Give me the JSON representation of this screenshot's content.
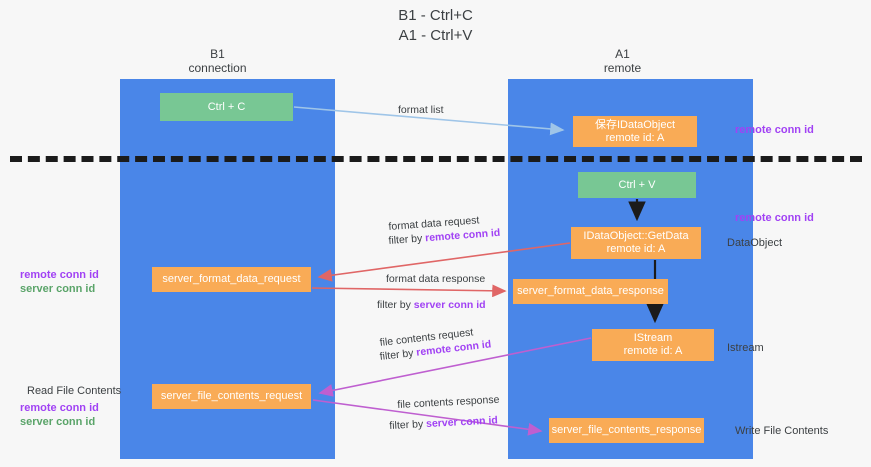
{
  "title": "B1 - Ctrl+C\nA1 - Ctrl+V",
  "columns": {
    "left": "B1\nconnection",
    "right": "A1\nremote"
  },
  "colors": {
    "lane": "#4a86e8",
    "box_orange": "#f9ab56",
    "box_green": "#78c794",
    "accent_remote": "#a142f4",
    "accent_server": "#5aa469",
    "arrow_blue": "#9fc5e8",
    "arrow_red": "#e06666",
    "arrow_purple": "#bf5fd0",
    "arrow_black": "#1b1b1b",
    "divider": "#1b1b1b",
    "background": "#f7f7f7"
  },
  "boxes": {
    "ctrl_c": "Ctrl + C",
    "ctrl_v": "Ctrl + V",
    "idataobject": "保存IDataObject\nremote id: A",
    "getdata": "IDataObject::GetData\nremote id: A",
    "istream": "IStream\nremote id: A",
    "server_format_data_request": "server_format_data_request",
    "server_format_data_response": "server_format_data_response",
    "server_file_contents_request": "server_file_contents_request",
    "server_file_contents_response": "server_file_contents_response"
  },
  "annotations": {
    "right": {
      "remote_conn_id_1": "remote conn id",
      "remote_conn_id_2": "remote conn id",
      "dataobject": "DataObject",
      "istream": "Istream",
      "write_file_contents": "Write File Contents"
    },
    "left": {
      "remote_conn_id": "remote conn id",
      "server_conn_id": "server conn id",
      "read_file_contents": "Read File Contents",
      "remote_conn_id_2": "remote conn id",
      "server_conn_id_2": "server conn id"
    }
  },
  "flows": [
    {
      "id": "format-list",
      "label": "format list",
      "filter_prefix": "",
      "filter_value": "",
      "direction": "left-to-right",
      "color": "#9fc5e8"
    },
    {
      "id": "format-data-request",
      "label": "format data request",
      "filter_prefix": "filter by ",
      "filter_value": "remote conn id",
      "direction": "right-to-left",
      "color": "#e06666"
    },
    {
      "id": "format-data-response",
      "label": "format data response",
      "filter_prefix": "filter by ",
      "filter_value": "server conn id",
      "direction": "left-to-right",
      "color": "#e06666"
    },
    {
      "id": "file-contents-request",
      "label": "file contents request",
      "filter_prefix": "filter by ",
      "filter_value": "remote conn id",
      "direction": "right-to-left",
      "color": "#bf5fd0"
    },
    {
      "id": "file-contents-response",
      "label": "file contents response",
      "filter_prefix": "filter by ",
      "filter_value": "server conn id",
      "direction": "left-to-right",
      "color": "#bf5fd0"
    }
  ]
}
